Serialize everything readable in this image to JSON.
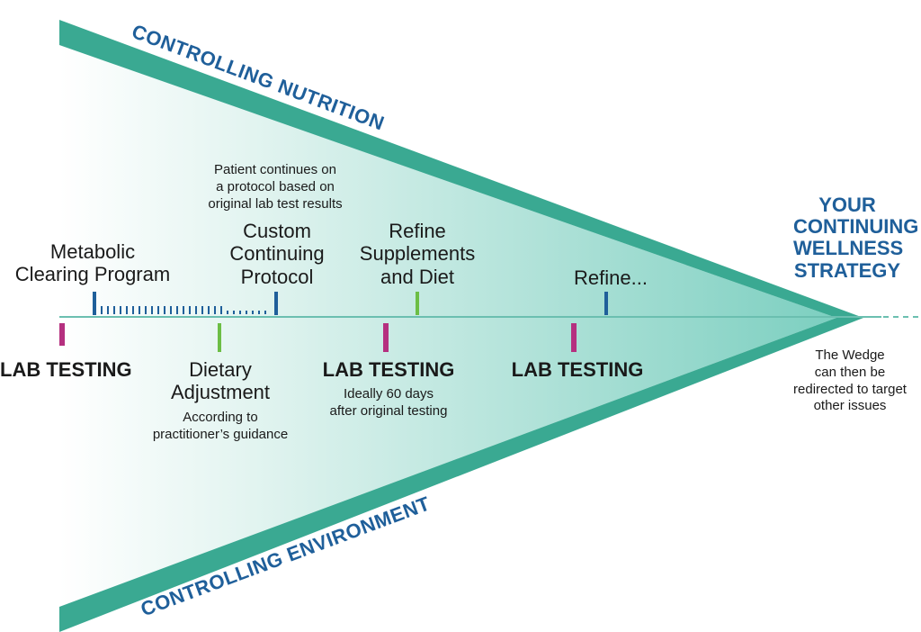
{
  "edges": {
    "top": "CONTROLLING NUTRITION",
    "bottom": "CONTROLLING ENVIRONMENT"
  },
  "goal": {
    "line1": "YOUR",
    "line2": "CONTINUING",
    "line3": "WELLNESS",
    "line4": "STRATEGY",
    "note1": "The Wedge",
    "note2": "can then be",
    "note3": "redirected to target",
    "note4": "other issues"
  },
  "above": {
    "metabolic": {
      "line1": "Metabolic",
      "line2": "Clearing Program"
    },
    "patient_note": {
      "line1": "Patient continues on",
      "line2": "a protocol based on",
      "line3": "original lab test results"
    },
    "custom": {
      "line1": "Custom",
      "line2": "Continuing",
      "line3": "Protocol"
    },
    "refine_supp": {
      "line1": "Refine",
      "line2": "Supplements",
      "line3": "and Diet"
    },
    "refine": "Refine..."
  },
  "below": {
    "lab1": "LAB TESTING",
    "dietary": {
      "line1": "Dietary",
      "line2": "Adjustment"
    },
    "dietary_note": {
      "line1": "According to",
      "line2": "practitioner’s guidance"
    },
    "lab2": "LAB TESTING",
    "lab2_note": {
      "line1": "Ideally 60 days",
      "line2": "after original testing"
    },
    "lab3": "LAB TESTING"
  },
  "colors": {
    "band": "#3aa992",
    "fill_left": "#ffffff",
    "fill_right": "#7ccfc0",
    "axis": "#6bbfb0",
    "lab_marker": "#b5307f",
    "diet_marker": "#6cbe45",
    "protocol_marker": "#1f5f9a",
    "title_blue": "#1f5f9a"
  }
}
